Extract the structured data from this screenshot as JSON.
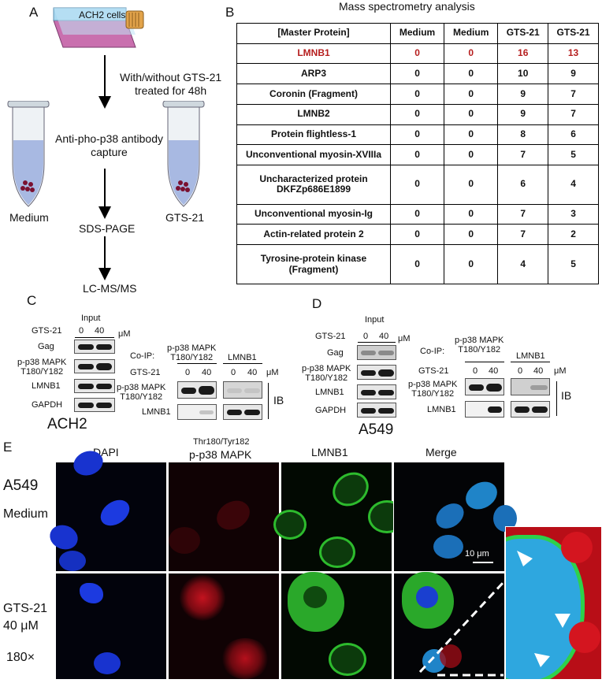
{
  "panels": {
    "a": "A",
    "b": "B",
    "c": "C",
    "d": "D",
    "e": "E"
  },
  "panel_a": {
    "flask": "ACH2 cells",
    "treatment": "With/without GTS-21\ntreated for 48h",
    "capture": "Anti-pho-p38 antibody\ncapture",
    "tube_left": "Medium",
    "tube_right": "GTS-21",
    "step2": "SDS-PAGE",
    "step3": "LC-MS/MS"
  },
  "panel_b": {
    "title": "Mass spectrometry analysis",
    "headers": [
      "[Master Protein]",
      "Medium",
      "Medium",
      "GTS-21",
      "GTS-21"
    ],
    "rows": [
      [
        "LMNB1",
        "0",
        "0",
        "16",
        "13"
      ],
      [
        "ARP3",
        "0",
        "0",
        "10",
        "9"
      ],
      [
        "Coronin (Fragment)",
        "0",
        "0",
        "9",
        "7"
      ],
      [
        "LMNB2",
        "0",
        "0",
        "9",
        "7"
      ],
      [
        "Protein flightless-1",
        "0",
        "0",
        "8",
        "6"
      ],
      [
        "Unconventional myosin-XVIIIa",
        "0",
        "0",
        "7",
        "5"
      ],
      [
        "Uncharacterized protein DKFZp686E1899",
        "0",
        "0",
        "6",
        "4"
      ],
      [
        "Unconventional myosin-Ig",
        "0",
        "0",
        "7",
        "3"
      ],
      [
        "Actin-related protein 2",
        "0",
        "0",
        "7",
        "2"
      ],
      [
        "Tyrosine-protein kinase (Fragment)",
        "0",
        "0",
        "4",
        "5"
      ]
    ],
    "highlight_color": "#b61e1e"
  },
  "panel_c": {
    "input": "Input",
    "gts": "GTS-21",
    "doses": [
      "0",
      "40"
    ],
    "unit": "μM",
    "input_rows": [
      "Gag",
      "p-p38 MAPK\nT180/Y182",
      "LMNB1",
      "GAPDH"
    ],
    "coip": "Co-IP:",
    "coip_ab1": "p-p38 MAPK\nT180/Y182",
    "coip_ab2": "LMNB1",
    "ib_rows": [
      "p-p38 MAPK\nT180/Y182",
      "LMNB1"
    ],
    "ib": "IB",
    "cell_line": "ACH2"
  },
  "panel_d": {
    "input": "Input",
    "gts": "GTS-21",
    "doses": [
      "0",
      "40"
    ],
    "unit": "μM",
    "input_rows": [
      "Gag",
      "p-p38 MAPK\nT180/Y182",
      "LMNB1",
      "GAPDH"
    ],
    "coip": "Co-IP:",
    "coip_ab1": "p-p38 MAPK\nT180/Y182",
    "coip_ab2": "LMNB1",
    "ib_rows": [
      "p-p38 MAPK\nT180/Y182",
      "LMNB1"
    ],
    "ib": "IB",
    "cell_line": "A549"
  },
  "panel_e": {
    "site": "Thr180/Tyr182",
    "columns": [
      "DAPI",
      "p-p38 MAPK",
      "LMNB1",
      "Merge"
    ],
    "row1": [
      "A549",
      "Medium"
    ],
    "row2": [
      "GTS-21",
      "40 μM",
      "180×"
    ],
    "scale": "10 μm"
  }
}
